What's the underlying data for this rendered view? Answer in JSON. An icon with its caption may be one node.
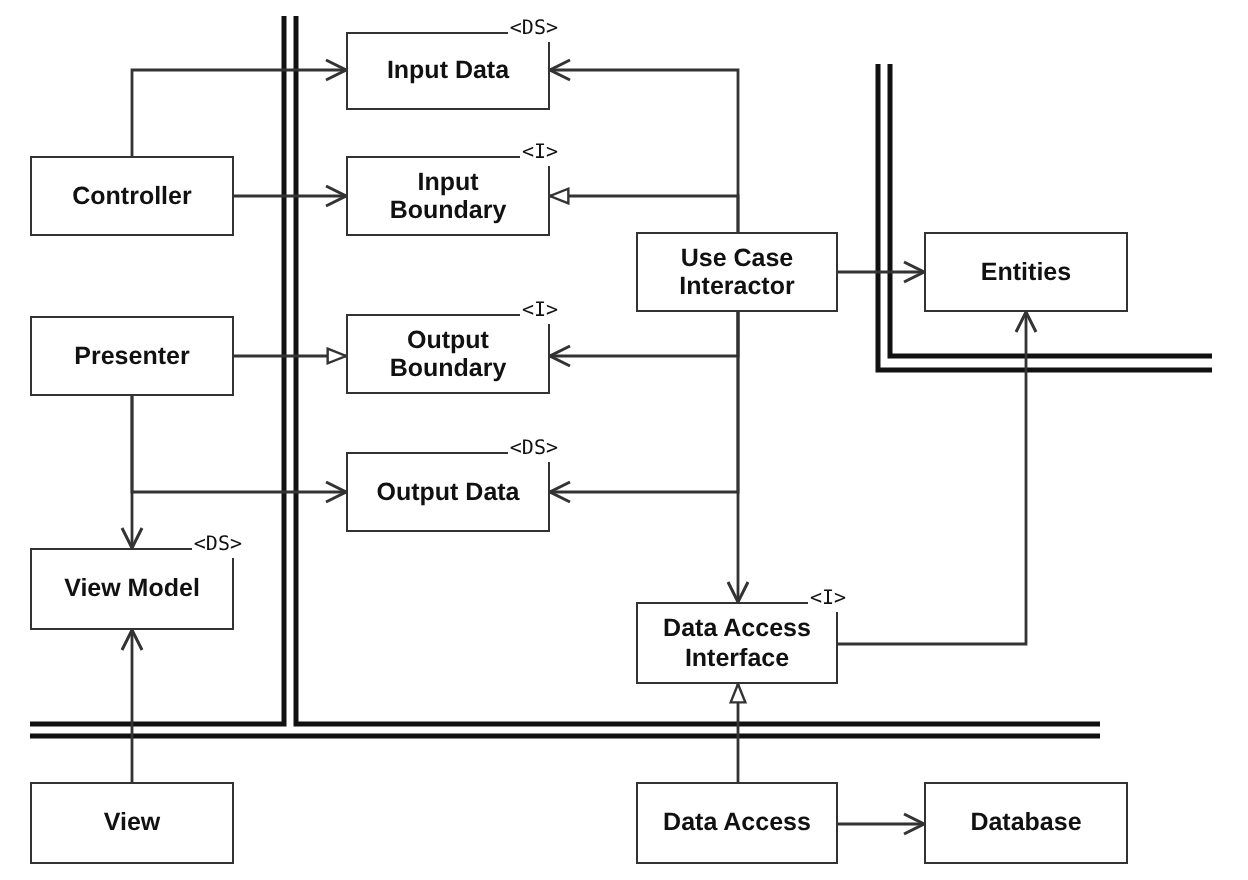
{
  "diagram": {
    "nodes": [
      {
        "text": [
          "Controller"
        ]
      },
      {
        "text": [
          "Presenter"
        ]
      },
      {
        "text": [
          "View Model"
        ],
        "beside": [
          "<DS>"
        ]
      },
      {
        "text": [
          "View"
        ]
      },
      {
        "text": [
          "Input Data"
        ],
        "beside": [
          "<DS>"
        ]
      },
      {
        "text": [
          "Input Boundary"
        ],
        "beside": [
          "<I>"
        ]
      },
      {
        "text": [
          "Output Boundary"
        ],
        "beside": [
          "<I>"
        ]
      },
      {
        "text": [
          "Output Data"
        ],
        "beside": [
          "<DS>"
        ]
      },
      {
        "text": [
          "Use Case Interactor"
        ]
      },
      {
        "text": [
          "Entities"
        ]
      },
      {
        "text": [
          "Data Access Interface"
        ],
        "beside": [
          "<I>"
        ]
      },
      {
        "text": [
          "Data Access"
        ]
      },
      {
        "text": [
          "Database"
        ]
      }
    ],
    "edges": [
      {
        "from": 0,
        "to": 4,
        "arrow": "to"
      },
      {
        "from": 0,
        "to": 5,
        "arrow": "to"
      },
      {
        "from": 8,
        "to": 4,
        "arrow": "to"
      },
      {
        "from": 8,
        "to": 5,
        "arrow": "to"
      },
      {
        "from": 1,
        "to": 6,
        "arrow": "to"
      },
      {
        "from": 8,
        "to": 6,
        "arrow": "to"
      },
      {
        "from": 1,
        "to": 7,
        "arrow": "to"
      },
      {
        "from": 1,
        "to": 2,
        "arrow": "to"
      },
      {
        "from": 8,
        "to": 7,
        "arrow": "to"
      },
      {
        "from": 8,
        "to": 9,
        "arrow": "to"
      },
      {
        "from": 8,
        "to": 10,
        "arrow": "to"
      },
      {
        "from": 10,
        "to": 9,
        "arrow": "to"
      },
      {
        "from": 3,
        "to": 2,
        "arrow": "to"
      },
      {
        "from": 11,
        "to": 10,
        "arrow": "to"
      },
      {
        "from": 11,
        "to": 12,
        "arrow": "to"
      }
    ]
  }
}
